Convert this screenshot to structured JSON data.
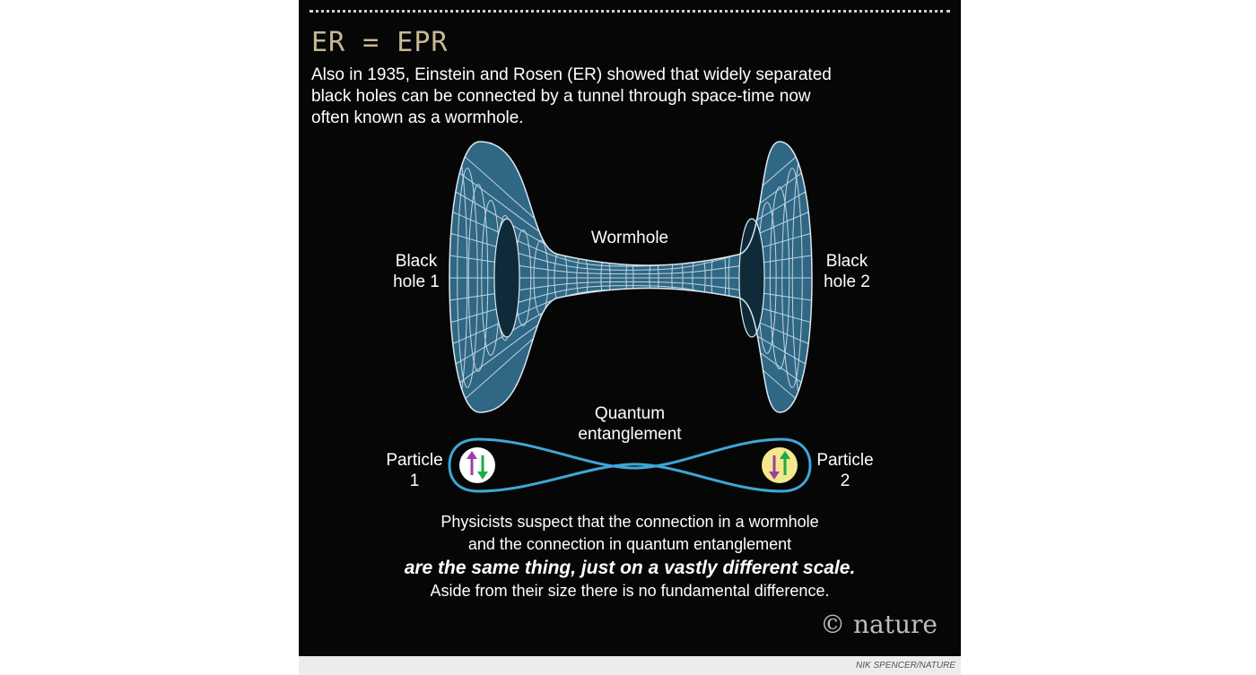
{
  "title": "ER = EPR",
  "intro": [
    "Also in 1935, Einstein and Rosen (ER) showed that widely separated",
    "black holes can be connected by a tunnel through space-time now",
    "often known as a wormhole."
  ],
  "labels": {
    "wormhole": "Wormhole",
    "black_hole_1": [
      "Black",
      "hole 1"
    ],
    "black_hole_2": [
      "Black",
      "hole 2"
    ],
    "entanglement": [
      "Quantum",
      "entanglement"
    ],
    "particle_1": [
      "Particle",
      "1"
    ],
    "particle_2": [
      "Particle",
      "2"
    ]
  },
  "bottom_text": {
    "line1": "Physicists suspect that the connection in a wormhole",
    "line2": "and the connection in quantum entanglement",
    "emphasis": "are the same thing, just on a vastly different scale.",
    "line4": "Aside from their size there is no fundamental difference."
  },
  "logo": "© nature",
  "credit": "NIK SPENCER/NATURE",
  "colors": {
    "background": "#060606",
    "title": "#c8b896",
    "wormhole_fill": "#2f6784",
    "wormhole_grid": "#dbe8f0",
    "loop": "#3fa6d6",
    "particle1_fill": "#ffffff",
    "particle2_fill": "#f4e88c",
    "arrow_purple": "#9b3fa6",
    "arrow_green": "#1fa84a"
  },
  "icons": {
    "particle1_spin": "up-down-arrows",
    "particle2_spin": "down-up-arrows"
  }
}
